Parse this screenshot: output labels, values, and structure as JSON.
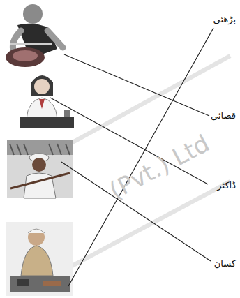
{
  "diagram": {
    "labels": [
      "بڑھئی",
      "قصائی",
      "ڈاکٹر",
      "کسان",
      "(Pvt.) Ltd"
    ]
  }
}
